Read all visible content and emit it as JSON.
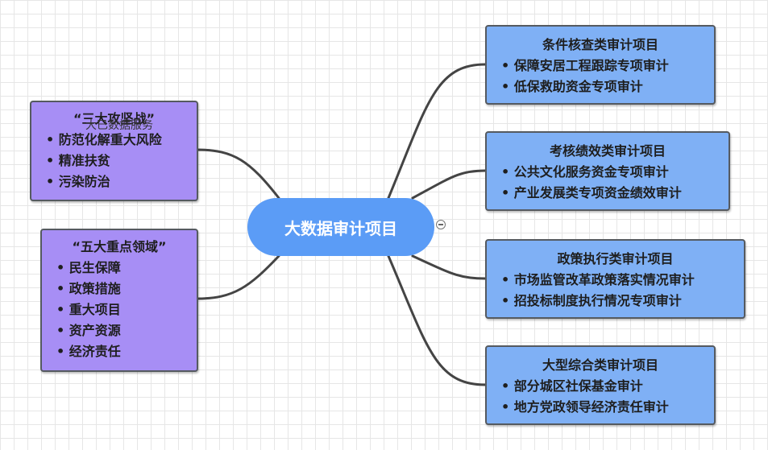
{
  "central": {
    "label": "大数据审计项目"
  },
  "left_topics": [
    {
      "title": "“三大攻坚战”",
      "items": [
        "防范化解重大风险",
        "精准扶贫",
        "污染防治"
      ]
    },
    {
      "title": "“五大重点领域”",
      "items": [
        "民生保障",
        "政策措施",
        "重大项目",
        "资产资源",
        "经济责任"
      ]
    }
  ],
  "right_topics": [
    {
      "title": "条件核查类审计项目",
      "items": [
        "保障安居工程跟踪专项审计",
        "低保救助资金专项审计"
      ]
    },
    {
      "title": "考核绩效类审计项目",
      "items": [
        "公共文化服务资金专项审计",
        "产业发展类专项资金绩效审计"
      ]
    },
    {
      "title": "政策执行类审计项目",
      "items": [
        "市场监管改革政策落实情况审计",
        "招投标制度执行情况专项审计"
      ]
    },
    {
      "title": "大型综合类审计项目",
      "items": [
        "部分城区社保基金审计",
        "地方党政领导经济责任审计"
      ]
    }
  ],
  "overlay_label": "大已数据服务",
  "colors": {
    "central": "#5b9cf6",
    "left_box": "#a78ef5",
    "right_box": "#7fb0f5",
    "connector": "#444444"
  }
}
